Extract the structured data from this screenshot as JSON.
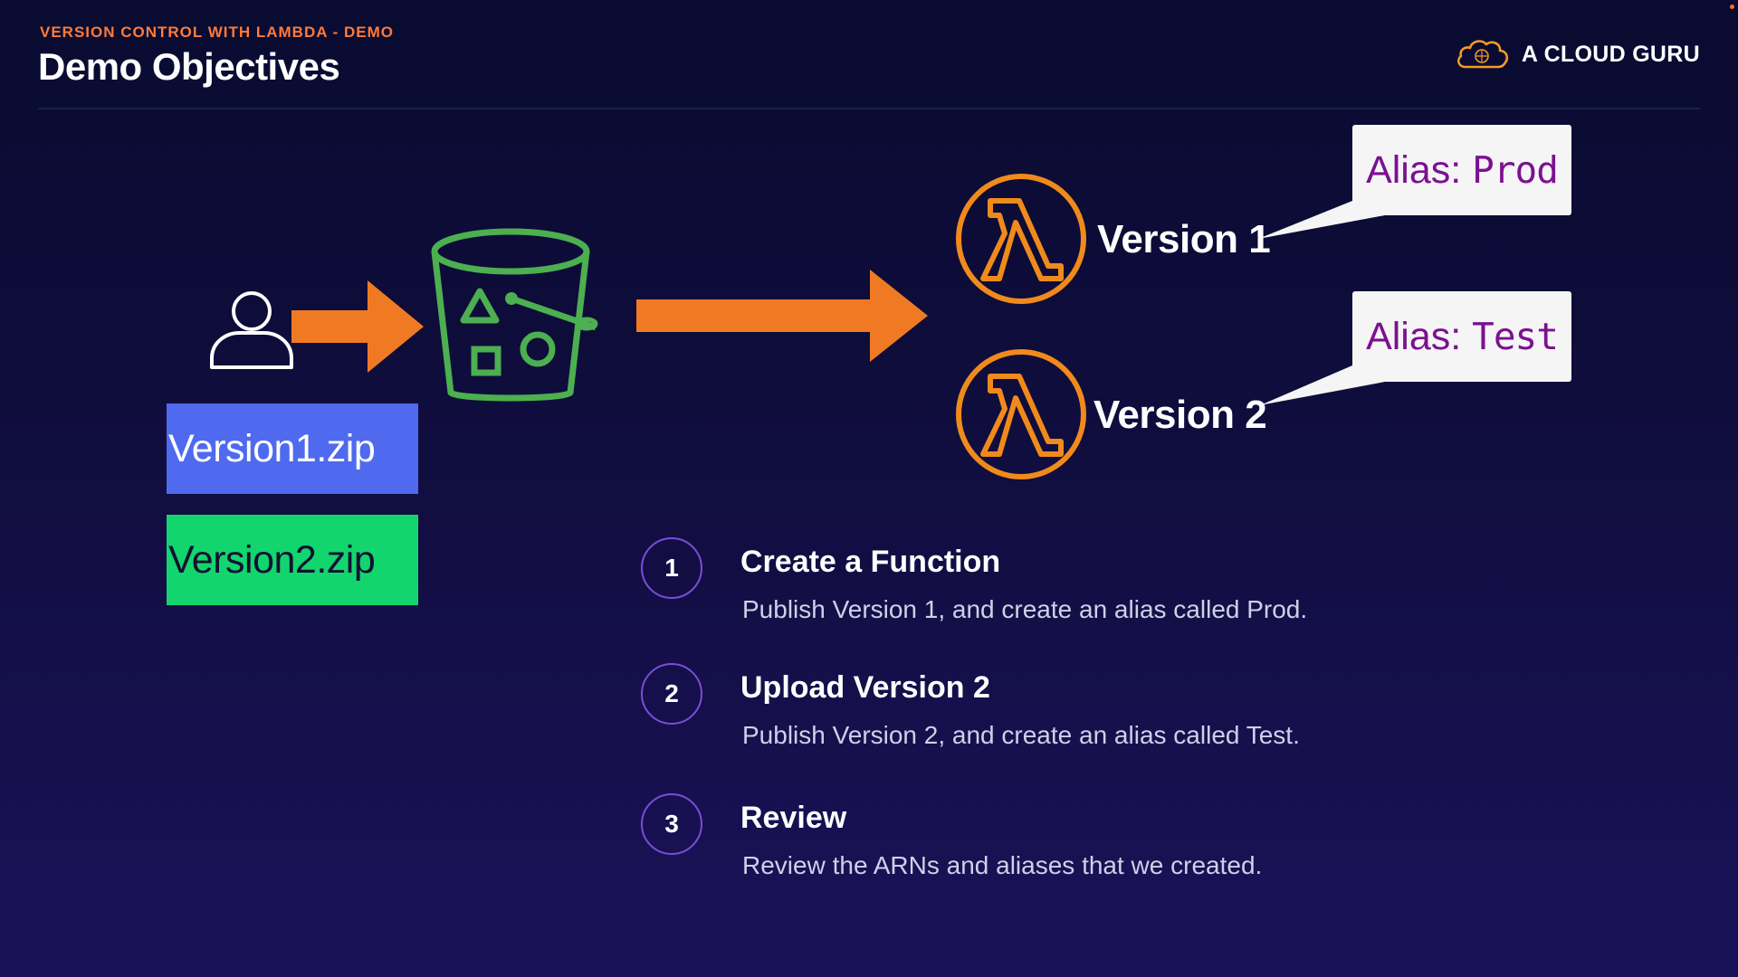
{
  "header": {
    "subtitle": "VERSION CONTROL WITH LAMBDA - DEMO",
    "title": "Demo Objectives",
    "brand": "A CLOUD GURU"
  },
  "diagram": {
    "zip_files": [
      {
        "label": "Version1.zip",
        "color": "#4f6aee"
      },
      {
        "label": "Version2.zip",
        "color": "#13d56d"
      }
    ],
    "versions": [
      {
        "label": "Version 1",
        "alias_key": "Alias:",
        "alias_value": "Prod"
      },
      {
        "label": "Version 2",
        "alias_key": "Alias:",
        "alias_value": "Test"
      }
    ],
    "icons": [
      "user-icon",
      "s3-bucket-icon",
      "lambda-icon"
    ],
    "colors": {
      "arrow": "#f07a24",
      "bucket": "#4caf50",
      "lambda": "#f08a1c",
      "alias_text": "#7b1190"
    }
  },
  "steps": [
    {
      "number": "1",
      "title": "Create a Function",
      "desc": "Publish Version 1, and create an alias called Prod."
    },
    {
      "number": "2",
      "title": "Upload Version 2",
      "desc": "Publish Version 2, and create an alias called Test."
    },
    {
      "number": "3",
      "title": "Review",
      "desc": "Review the ARNs and aliases that we created."
    }
  ]
}
